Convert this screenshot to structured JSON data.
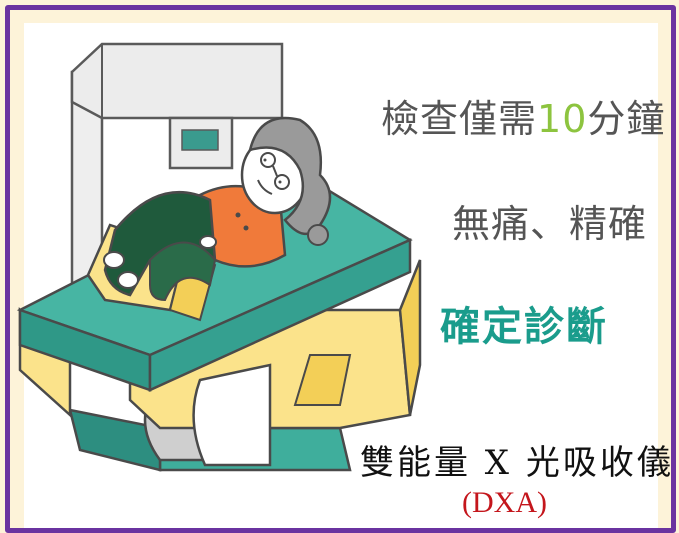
{
  "headline": {
    "prefix": "檢查僅需",
    "number": "10",
    "suffix": "分鐘"
  },
  "subline": "無痛、精確",
  "highlight": "確定診斷",
  "device": {
    "name": "雙能量 X 光吸收儀",
    "abbr": "(DXA)"
  },
  "colors": {
    "frame": "#6a33a0",
    "background": "#fdf3d9",
    "accent_green": "#8dc43f",
    "accent_teal": "#1a9c8c",
    "device_label_red": "#c4161c"
  }
}
